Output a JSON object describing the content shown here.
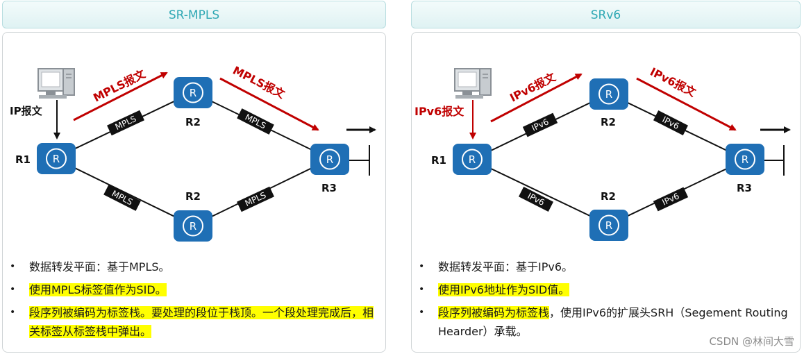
{
  "left_panel": {
    "title": "SR-MPLS",
    "source_label": "IP报文",
    "flow_labels": [
      "MPLS报文",
      "MPLS报文"
    ],
    "link_labels": [
      "MPLS",
      "MPLS",
      "MPLS",
      "MPLS"
    ],
    "nodes": {
      "r1": "R1",
      "r2_top": "R2",
      "r2_bottom": "R2",
      "r3": "R3"
    },
    "bullets": [
      {
        "text": "数据转发平面：基于MPLS。",
        "highlight": ""
      },
      {
        "text": "使用MPLS标签值作为SID。",
        "highlight": "使用MPLS标签值作为SID。"
      },
      {
        "text": "段序列被编码为标签栈。要处理的段位于栈顶。一个段处理完成后，相关标签从标签栈中弹出。",
        "highlight": "段序列被编码为标签栈。要处理的段位于栈顶。一个段处理完成后，相关标签从标签栈中弹出。"
      }
    ]
  },
  "right_panel": {
    "title": "SRv6",
    "source_label": "IPv6报文",
    "flow_labels": [
      "IPv6报文",
      "IPv6报文"
    ],
    "link_labels": [
      "IPv6",
      "IPv6",
      "IPv6",
      "IPv6"
    ],
    "nodes": {
      "r1": "R1",
      "r2_top": "R2",
      "r2_bottom": "R2",
      "r3": "R3"
    },
    "bullets": [
      {
        "text": "数据转发平面：基于IPv6。",
        "highlight": ""
      },
      {
        "text": "使用IPv6地址作为SID值。",
        "highlight": "使用IPv6地址作为SID值。"
      },
      {
        "text": "段序列被编码为标签栈，使用IPv6的扩展头SRH（Segement Routing Hearder）承载。",
        "highlight": "段序列被编码为标签栈"
      }
    ]
  },
  "colors": {
    "router": "#1f6fb5",
    "flow_arrow": "#c00000",
    "highlight": "#ffff00",
    "title": "#2fa8b4"
  },
  "watermark": "CSDN @林间大雪"
}
